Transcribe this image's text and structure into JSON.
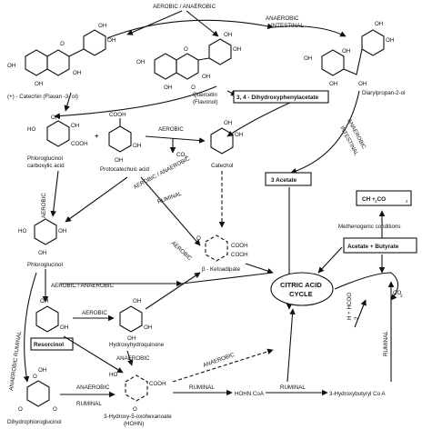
{
  "pathway_labels": {
    "aerobic_anaerobic_top": "AEROBIC / ANAEROBIC",
    "anaerobic_intestinal_1": "ANAEROBIC",
    "anaerobic_intestinal_2": "INTESTINAL",
    "anaerobic_intestinal_right_1": "ANAEROBIC",
    "anaerobic_intestinal_right_2": "INTESTINAL",
    "aerobic_protocatechuic": "AEROBIC",
    "co2_catechol": "CO",
    "co2_sub": "2",
    "ruminal": "RUMINAL",
    "aerobic_anaerobic_mid": "AEROBIC / ANAEROBIC",
    "aerobic_mid": "AEROBIC",
    "aerobic_anaerobic_phloro": "AEROBIC / ANAEROBIC",
    "aerobic_resorcinol": "AEROBIC",
    "anaerobic_ruminal_left": "ANAEROBIC RUMINAL",
    "aerobic_vertical": "AEROBIC",
    "anaerobic_hydroxy": "ANAEROBIC",
    "anaerobic_dihydro": "ANAEROBIC",
    "ruminal_dihydro": "RUMINAL",
    "anaerobic_hohn": "ANAEROBIC",
    "ruminal_hohn": "RUMINAL",
    "ruminal_coa": "RUMINAL",
    "ruminal_right": "RUMINAL",
    "methanogenic": "Methenogenic conditions",
    "h_hcoo": "H + HCOO",
    "co2_right": "CO",
    "co2_right_sub": "2",
    "half": "2"
  },
  "compounds": {
    "catechin": "(+) - Catechin (Flavan -3- ol)",
    "quercetin_1": "Quercetin",
    "quercetin_2": "(Flavonol)",
    "diarylpropanol": "Diarylpropan-2-ol",
    "dihydroxyphenylacetate": "3, 4 - Dihydroxyphenylacetate",
    "phloroglucinol_carboxylic_1": "Phloroglucinol",
    "phloroglucinol_carboxylic_2": "carboxylic acid",
    "protocatechuic": "Protocatechuic acid",
    "catechol": "Catechol",
    "acetate3": "3 Acetate",
    "ch4_co2": "CH  + CO",
    "phloroglucinol": "Phloroglucinol",
    "ketoadipate": "β - Ketoadipate",
    "citric_1": "CITRIC ACID",
    "citric_2": "CYCLE",
    "acetate_butyrate": "Acetate + Butyrate",
    "resorcinol": "Resorcinol",
    "hydroxyhydroquinone": "Hydroxyhydroquinone",
    "dihydrophloroglucinol": "Dihydrophloroglucinol",
    "hohn_1": "3-Hydroxy-5-oxohexanoate",
    "hohn_2": "(HOHN)",
    "hohn_coa": "HOHN CoA",
    "hydroxybutyryl": "3-Hydroxybutyryl Co A",
    "plus": "+"
  },
  "groups": {
    "oh": "OH",
    "ho": "HO",
    "cooh": "COOH",
    "o": "O"
  },
  "colors": {
    "ink": "#111111",
    "background": "#ffffff"
  }
}
